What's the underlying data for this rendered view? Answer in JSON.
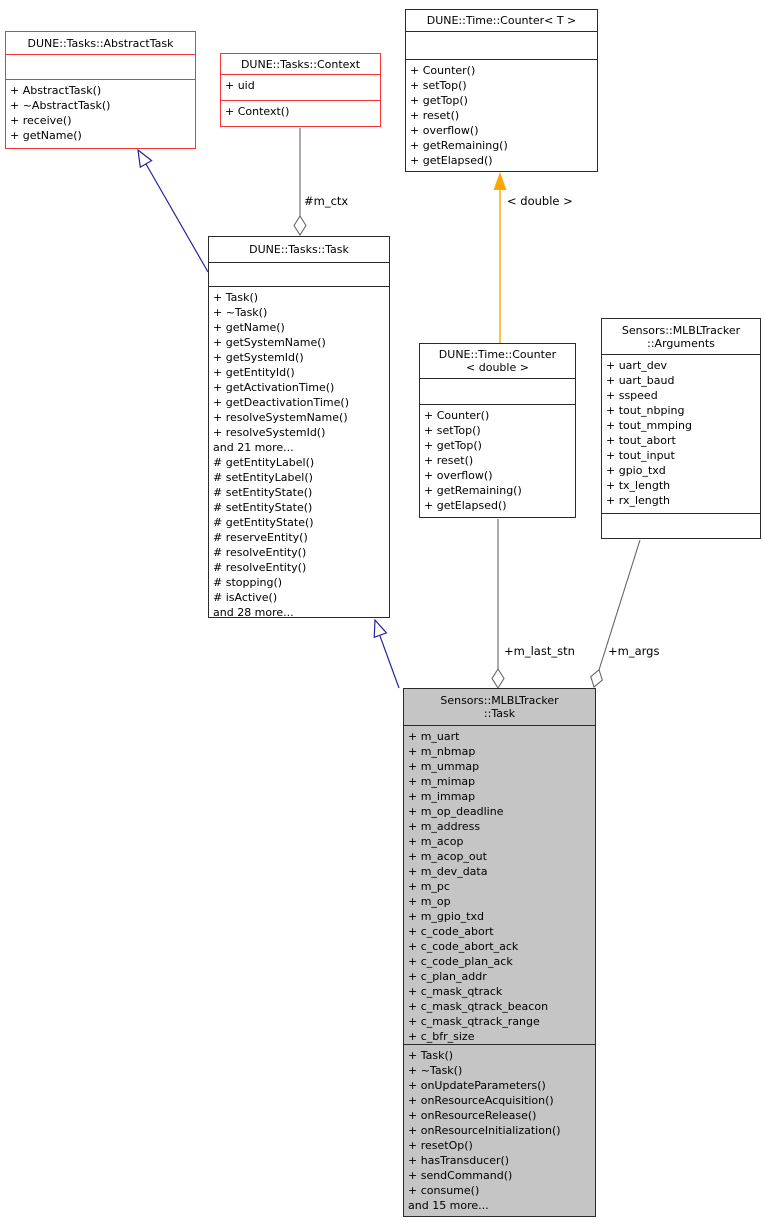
{
  "colors": {
    "box_border": "#2b2b2b",
    "red_box_border": "#f53434",
    "filled_box_bg": "#c5c5c5",
    "inheritance_edge": "#24249e",
    "template_edge": "#ffa500",
    "aggregation_edge": "#666666"
  },
  "classes": {
    "abstract_task": {
      "title": "DUNE::Tasks::AbstractTask",
      "attributes": [],
      "methods": [
        "+ AbstractTask()",
        "+ ~AbstractTask()",
        "+ receive()",
        "+ getName()"
      ]
    },
    "context": {
      "title": "DUNE::Tasks::Context",
      "attributes": [
        "+ uid"
      ],
      "methods": [
        "+ Context()"
      ]
    },
    "counter_t": {
      "title": "DUNE::Time::Counter< T >",
      "attributes": [],
      "methods": [
        "+ Counter()",
        "+ setTop()",
        "+ getTop()",
        "+ reset()",
        "+ overflow()",
        "+ getRemaining()",
        "+ getElapsed()"
      ]
    },
    "task": {
      "title": "DUNE::Tasks::Task",
      "attributes": [],
      "methods": [
        "+ Task()",
        "+ ~Task()",
        "+ getName()",
        "+ getSystemName()",
        "+ getSystemId()",
        "+ getEntityId()",
        "+ getActivationTime()",
        "+ getDeactivationTime()",
        "+ resolveSystemName()",
        "+ resolveSystemId()",
        "and 21 more...",
        "# getEntityLabel()",
        "# setEntityLabel()",
        "# setEntityState()",
        "# setEntityState()",
        "# getEntityState()",
        "# reserveEntity()",
        "# resolveEntity()",
        "# resolveEntity()",
        "# stopping()",
        "# isActive()",
        "and 28 more..."
      ]
    },
    "counter_double": {
      "title": "DUNE::Time::Counter\n< double >",
      "attributes": [],
      "methods": [
        "+ Counter()",
        "+ setTop()",
        "+ getTop()",
        "+ reset()",
        "+ overflow()",
        "+ getRemaining()",
        "+ getElapsed()"
      ]
    },
    "arguments": {
      "title": "Sensors::MLBLTracker\n::Arguments",
      "attributes": [
        "+ uart_dev",
        "+ uart_baud",
        "+ sspeed",
        "+ tout_nbping",
        "+ tout_mmping",
        "+ tout_abort",
        "+ tout_input",
        "+ gpio_txd",
        "+ tx_length",
        "+ rx_length"
      ],
      "methods": []
    },
    "mlbl_task": {
      "title": "Sensors::MLBLTracker\n::Task",
      "attributes": [
        "+ m_uart",
        "+ m_nbmap",
        "+ m_ummap",
        "+ m_mimap",
        "+ m_immap",
        "+ m_op_deadline",
        "+ m_address",
        "+ m_acop",
        "+ m_acop_out",
        "+ m_dev_data",
        "+ m_pc",
        "+ m_op",
        "+ m_gpio_txd",
        "+ c_code_abort",
        "+ c_code_abort_ack",
        "+ c_code_plan_ack",
        "+ c_plan_addr",
        "+ c_mask_qtrack",
        "+ c_mask_qtrack_beacon",
        "+ c_mask_qtrack_range",
        "+ c_bfr_size"
      ],
      "methods": [
        "+ Task()",
        "+ ~Task()",
        "+ onUpdateParameters()",
        "+ onResourceAcquisition()",
        "+ onResourceRelease()",
        "+ onResourceInitialization()",
        "+ resetOp()",
        "+ hasTransducer()",
        "+ sendCommand()",
        "+ consume()",
        "and 15 more..."
      ]
    }
  },
  "edge_labels": {
    "m_ctx": "#m_ctx",
    "template_param": "< double >",
    "m_last_stn": "+m_last_stn",
    "m_args": "+m_args"
  }
}
